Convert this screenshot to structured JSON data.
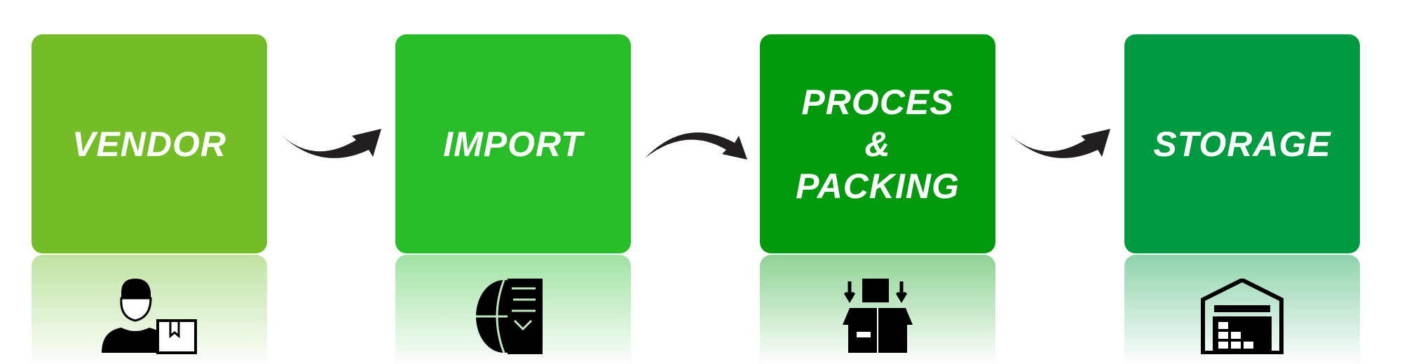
{
  "steps": [
    {
      "label": "VENDOR",
      "color": "#74BC28",
      "icon": "vendor-with-package-icon"
    },
    {
      "label": "IMPORT",
      "color": "#28BC29",
      "icon": "globe-import-icon"
    },
    {
      "label_line1": "PROCES",
      "label_line2": "&",
      "label_line3": "PACKING",
      "color": "#03990F",
      "icon": "box-packing-icon"
    },
    {
      "label": "STORAGE",
      "color": "#009A40",
      "icon": "warehouse-icon"
    }
  ],
  "arrow_color": "#231F20"
}
